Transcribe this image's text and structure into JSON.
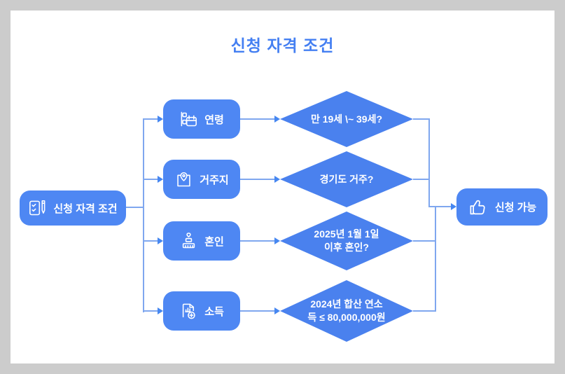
{
  "title": "신청 자격 조건",
  "root": {
    "label": "신청 자격 조건",
    "icon": "clipboard-pen-icon"
  },
  "branches": [
    {
      "label": "연령",
      "icon": "calendar-icon",
      "condition": "만 19세 \\~ 39세?"
    },
    {
      "label": "거주지",
      "icon": "location-pin-icon",
      "condition": "경기도 거주?"
    },
    {
      "label": "혼인",
      "icon": "wedding-cake-icon",
      "condition": "2025년 1월 1일\n이후 혼인?"
    },
    {
      "label": "소득",
      "icon": "income-report-icon",
      "condition": "2024년 합산 연소\n득 ≤ 80,000,000원"
    }
  ],
  "result": {
    "label": "신청 가능",
    "icon": "thumbs-up-icon"
  },
  "colors": {
    "frame": "#cccccc",
    "canvas": "#ffffff",
    "title_text": "#447ff2",
    "node_fill": "#4e87f3",
    "diamond_fill": "#4a81ee",
    "connector_line": "#7fa7ef",
    "arrowhead": "#4687f1",
    "node_text": "#ffffff"
  }
}
